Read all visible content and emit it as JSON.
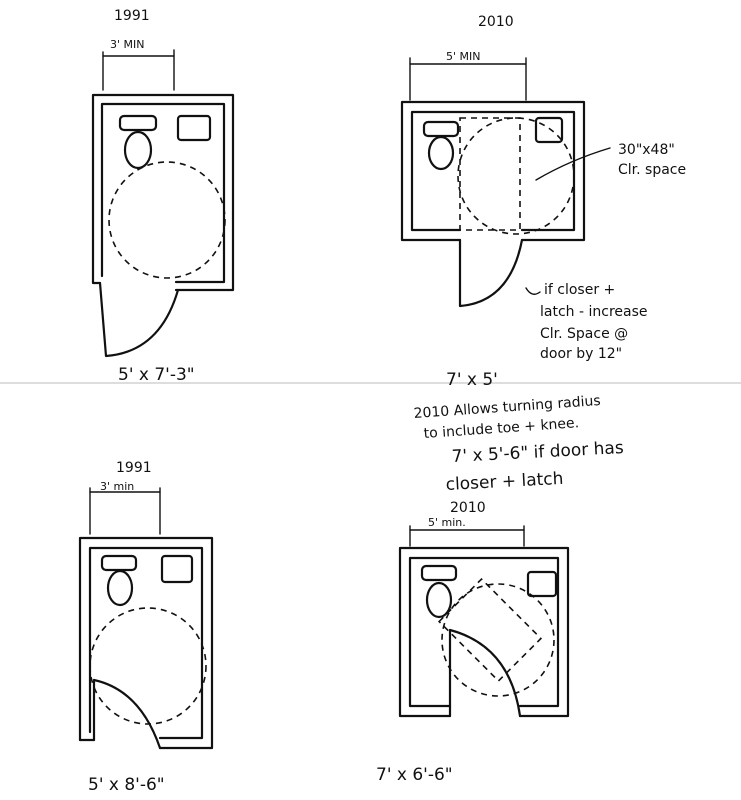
{
  "plans": [
    {
      "year": "1991",
      "width_label": "3' MIN",
      "size_label": "5' x 7'-3\""
    },
    {
      "year": "2010",
      "width_label": "5' MIN",
      "size_label": "7' x 5'",
      "clear_space_note": [
        "30\"x48\"",
        "Clr. space"
      ],
      "door_note": [
        "if closer +",
        "latch - increase",
        "Clr. Space @",
        "door by 12\""
      ]
    },
    {
      "year": "1991",
      "width_label": "3' min",
      "size_label": "5' x 8'-6\""
    },
    {
      "year": "2010",
      "width_label": "5' min.",
      "size_label": "7' x 6'-6\""
    }
  ],
  "general_note": [
    "2010 Allows turning radius",
    "to include toe + knee.",
    "7' x 5'-6\" if door has",
    "closer + latch"
  ]
}
